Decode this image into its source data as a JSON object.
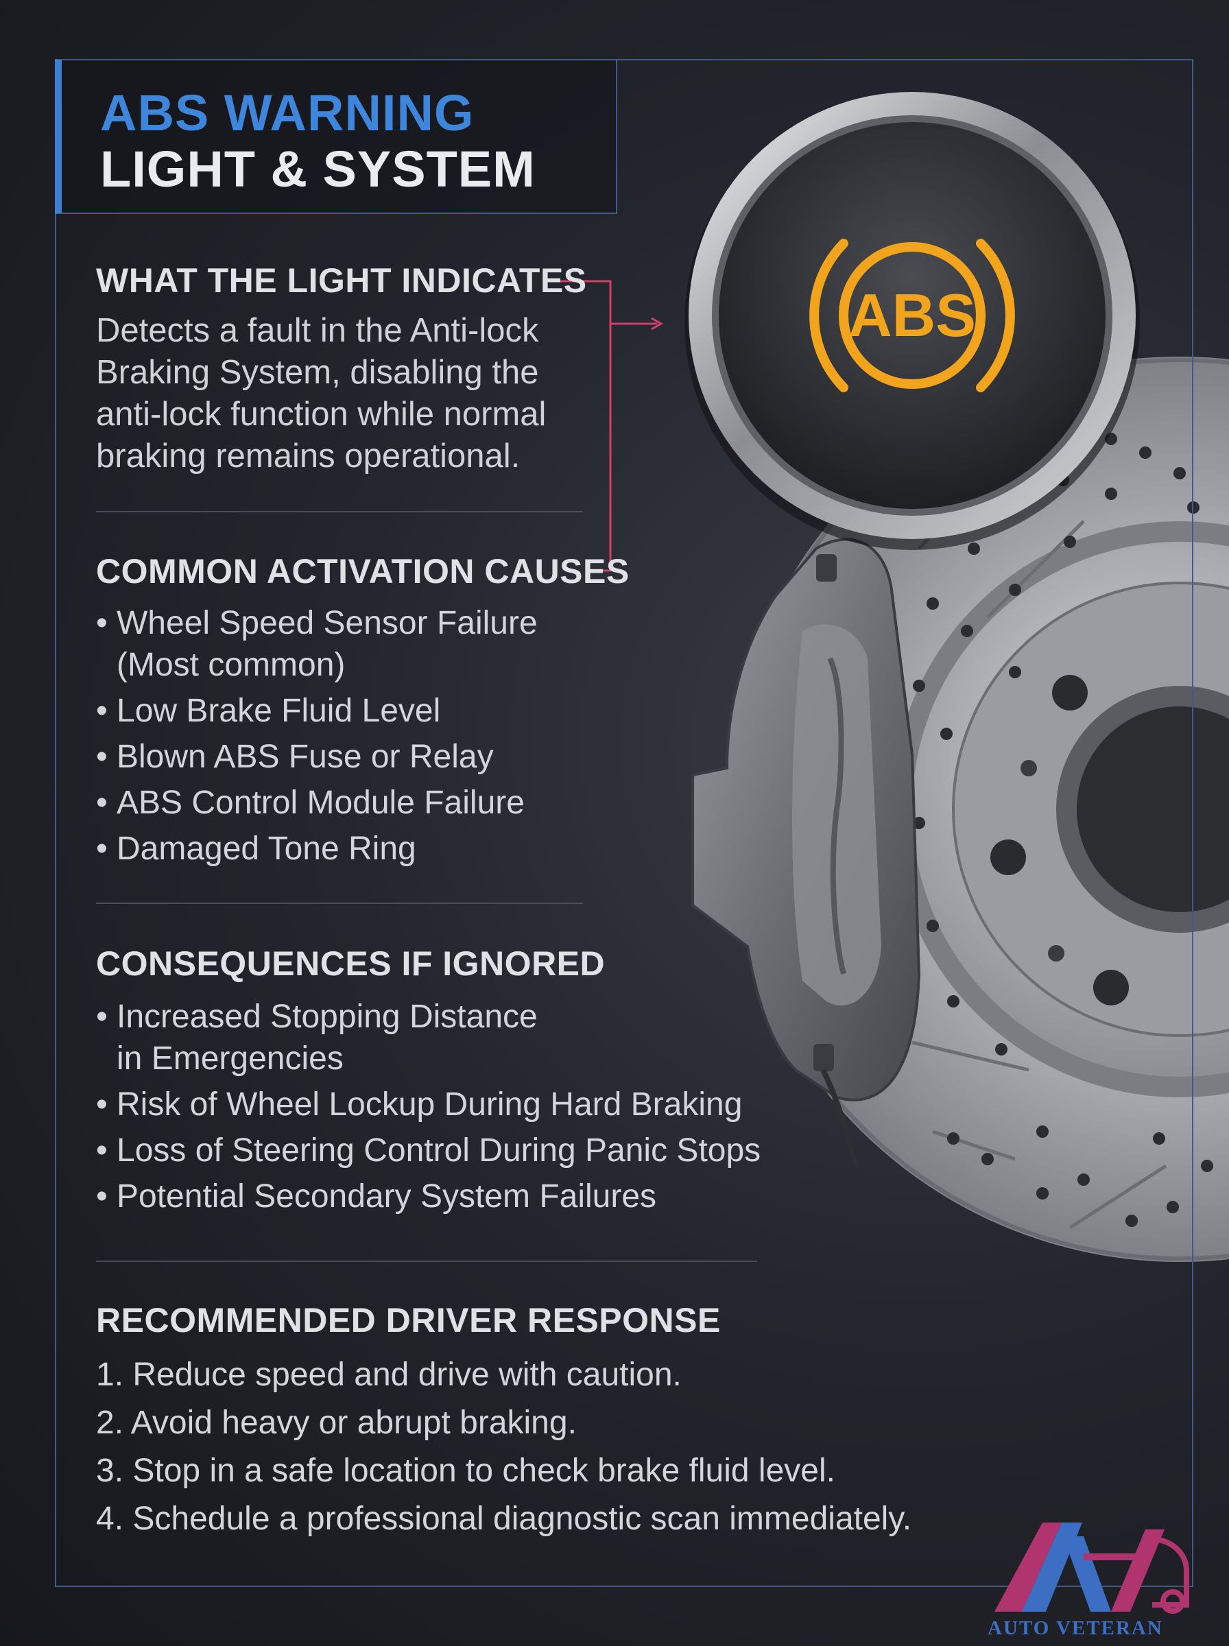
{
  "title": {
    "line1": "ABS WARNING",
    "line2": "LIGHT & SYSTEM"
  },
  "warning_light": {
    "label": "ABS",
    "color": "#f2a51c"
  },
  "sections": {
    "indicates": {
      "heading": "WHAT THE LIGHT INDICATES",
      "lines": [
        "Detects a fault in the Anti-lock",
        "Braking System, disabling the",
        "anti-lock function while normal",
        "braking remains operational."
      ]
    },
    "causes": {
      "heading": "COMMON ACTIVATION CAUSES",
      "items": [
        {
          "text": "Wheel Speed Sensor Failure",
          "sub": "(Most common)"
        },
        {
          "text": "Low Brake Fluid Level"
        },
        {
          "text": "Blown ABS Fuse or Relay"
        },
        {
          "text": "ABS Control Module Failure"
        },
        {
          "text": "Damaged Tone Ring"
        }
      ]
    },
    "consequences": {
      "heading": "CONSEQUENCES IF IGNORED",
      "items": [
        {
          "text": "Increased Stopping Distance",
          "sub": "in Emergencies"
        },
        {
          "text": "Risk of Wheel Lockup During Hard Braking"
        },
        {
          "text": "Loss of Steering Control During Panic Stops"
        },
        {
          "text": "Potential Secondary System Failures"
        }
      ]
    },
    "response": {
      "heading": "RECOMMENDED DRIVER RESPONSE",
      "items": [
        "1. Reduce speed and drive with caution.",
        "2. Avoid heavy or abrupt braking.",
        "3. Stop in a safe location to check brake fluid level.",
        "4. Schedule a professional diagnostic scan immediately."
      ]
    }
  },
  "bullet": "•",
  "brand": {
    "name": "AUTO VETERAN",
    "colors": {
      "blue": "#3c6fc4",
      "magenta": "#b0356e"
    }
  },
  "colors": {
    "accent_blue": "#3e86dc",
    "connector": "#d0406a",
    "background": "#1f2127"
  }
}
